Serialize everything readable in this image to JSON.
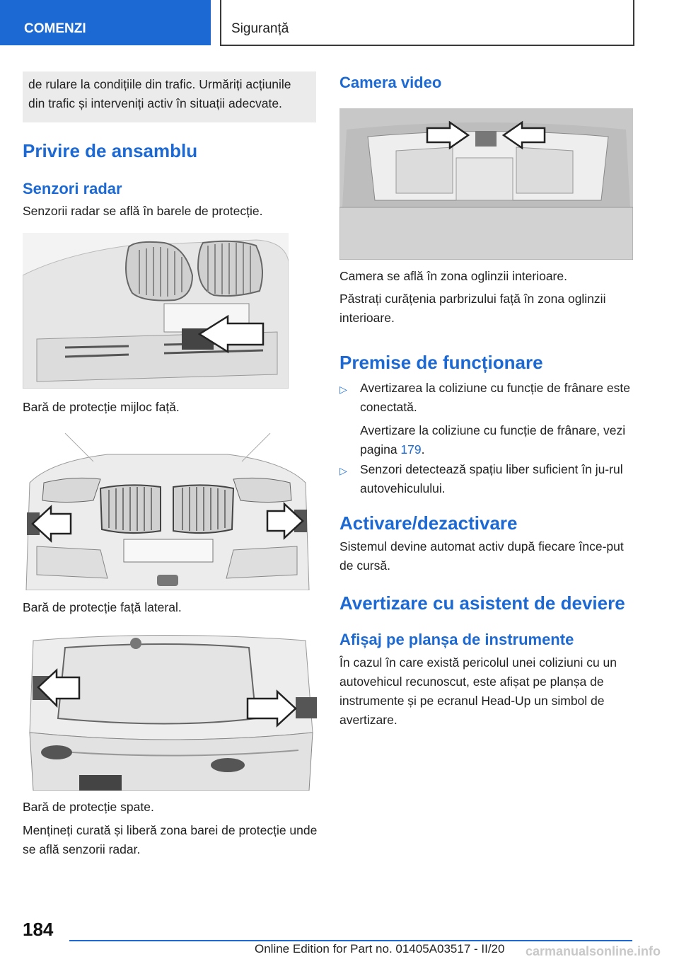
{
  "header": {
    "section": "COMENZI",
    "chapter": "Siguranță"
  },
  "notice_text": "de rulare la condițiile din trafic. Urmăriți acțiunile din trafic și interveniți activ în situații adecvate.",
  "left": {
    "heading": "Privire de ansamblu",
    "subheading": "Senzori radar",
    "intro": "Senzorii radar se află în barele de protecție.",
    "caption_1": "Bară de protecție mijloc față.",
    "caption_2": "Bară de protecție față lateral.",
    "caption_3": "Bară de protecție spate.",
    "closing": "Mențineți curată și liberă zona barei de protecție unde se află senzorii radar."
  },
  "right": {
    "camera_heading": "Camera video",
    "camera_p1": "Camera se află în zona oglinzii interioare.",
    "camera_p2": "Păstrați curățenia parbrizului față în zona oglinzii interioare.",
    "premise_heading": "Premise de funcționare",
    "bullets": [
      {
        "text": "Avertizarea la coliziune cu funcție de frânare este conectată.",
        "sub": "Avertizare la coliziune cu funcție de frânare, vezi pagina ",
        "link": "179",
        "sub_end": "."
      },
      {
        "text": "Senzori detectează spațiu liber suficient în ju‐rul autovehiculului."
      }
    ],
    "activation_heading": "Activare/dezactivare",
    "activation_text": "Sistemul devine automat activ după fiecare înce‐put de cursă.",
    "warning_heading": "Avertizare cu asistent de deviere",
    "display_heading": "Afișaj pe planșa de instrumente",
    "display_text": "În cazul în care există pericolul unei coliziuni cu un autovehicul recunoscut, este afișat pe planșa de instrumente și pe ecranul Head-Up un simbol de avertizare."
  },
  "footer": {
    "page_number": "184",
    "edition": "Online Edition for Part no. 01405A03517 - II/20",
    "watermark": "carmanualsonline.info"
  },
  "icons": {
    "bullet": "triangle-bullet-icon",
    "arrow": "pointer-arrow-icon"
  },
  "colors": {
    "accent": "#1c69d4",
    "notice_bg": "#ebebeb"
  }
}
